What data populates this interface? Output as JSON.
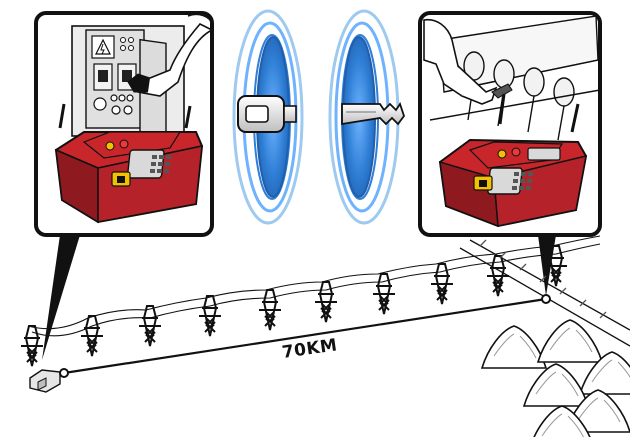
{
  "illustration": {
    "distance_label": "70KM",
    "colors": {
      "device_red": "#c9262c",
      "device_dark": "#8e1a1f",
      "signal_blue": "#2f7fd6",
      "signal_light": "#9fcaf0",
      "line_black": "#111111",
      "panel_gray": "#d9d9d9",
      "sky_white": "#ffffff"
    },
    "icons": {
      "left_panel": "lockout-device-at-electrical-cabinet",
      "right_panel": "lockout-device-at-conveyor",
      "center": "wireless-key-transfer",
      "bottom": "power-transmission-line"
    }
  }
}
